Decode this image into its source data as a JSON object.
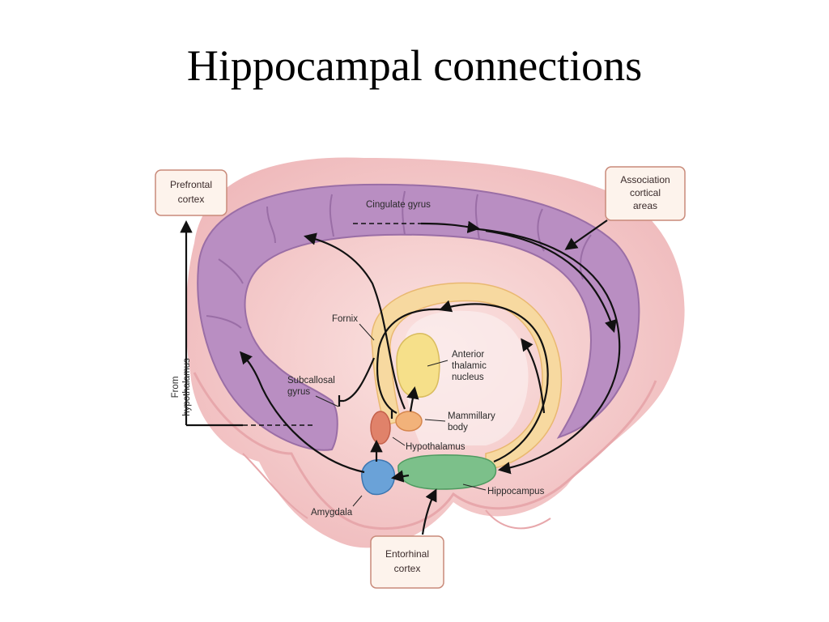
{
  "title": "Hippocampal connections",
  "boxes": {
    "prefrontal": [
      "Prefrontal",
      "cortex"
    ],
    "association": [
      "Association",
      "cortical",
      "areas"
    ],
    "entorhinal": [
      "Entorhinal",
      "cortex"
    ]
  },
  "labels": {
    "cingulate": "Cingulate gyrus",
    "fornix": "Fornix",
    "anterior_thalamic": [
      "Anterior",
      "thalamic",
      "nucleus"
    ],
    "subcallosal": [
      "Subcallosal",
      "gyrus"
    ],
    "mammillary": [
      "Mammillary",
      "body"
    ],
    "hypothalamus": "Hypothalamus",
    "hippocampus": "Hippocampus",
    "amygdala": "Amygdala",
    "from_hypothalamus": [
      "From",
      "hypothalamus"
    ]
  },
  "colors": {
    "cingulate": "#b98ec2",
    "brain_pink": "#f3c9c9",
    "fornix": "#f7d9a0",
    "thalamus": "#f6e08a",
    "hippocampus": "#7cc08a",
    "amygdala": "#6aa2d8",
    "hypothalamus": "#e0826a",
    "box_border": "#c98a7a"
  }
}
